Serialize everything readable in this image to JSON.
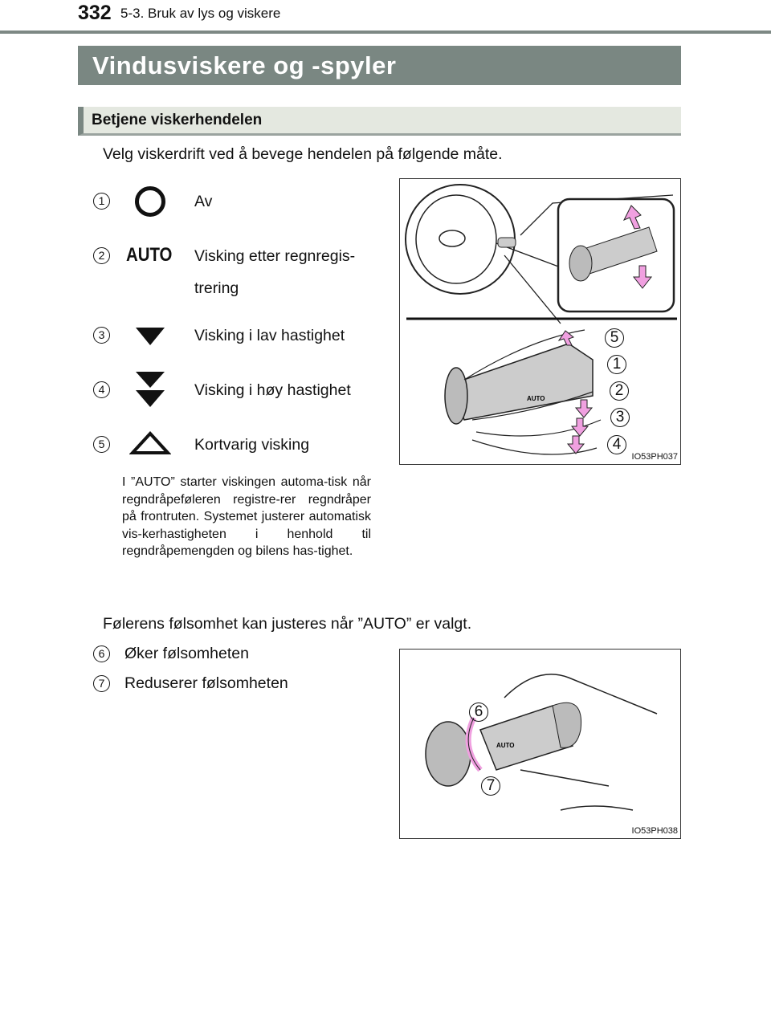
{
  "header": {
    "page_number": "332",
    "chapter": "5-3. Bruk av lys og viskere"
  },
  "title": "Vindusviskere og -spyler",
  "section": {
    "title": "Betjene viskerhendelen",
    "intro": "Velg viskerdrift ved å bevege hendelen på følgende måte."
  },
  "modes": [
    {
      "num": "1",
      "icon": "circle-off-icon",
      "symbol": "",
      "label": "Av"
    },
    {
      "num": "2",
      "icon": "auto-icon",
      "symbol": "AUTO",
      "label": "Visking etter regnregis-",
      "label2": "trering"
    },
    {
      "num": "3",
      "icon": "single-down-triangle-icon",
      "symbol": "",
      "label": "Visking i lav hastighet"
    },
    {
      "num": "4",
      "icon": "double-down-triangle-icon",
      "symbol": "",
      "label": "Visking i høy hastighet"
    },
    {
      "num": "5",
      "icon": "up-triangle-outline-icon",
      "symbol": "",
      "label": "Kortvarig visking"
    }
  ],
  "note": "I ”AUTO” starter viskingen automa-tisk når regndråpeføleren registre-rer regndråper på frontruten. Systemet justerer automatisk vis-kerhastigheten i henhold til regndråpemengden og bilens has-tighet.",
  "sensitivity": {
    "intro": "Følerens følsomhet kan justeres når ”AUTO” er valgt.",
    "items": [
      {
        "num": "6",
        "label": "Øker følsomheten"
      },
      {
        "num": "7",
        "label": "Reduserer følsomheten"
      }
    ]
  },
  "figures": [
    {
      "code": "IO53PH037",
      "callouts": [
        "5",
        "1",
        "2",
        "3",
        "4"
      ]
    },
    {
      "code": "IO53PH038",
      "callouts": [
        "6",
        "7"
      ]
    }
  ],
  "colors": {
    "title_bg": "#7a8782",
    "section_bg": "#e4e8e0",
    "arrow": "#f0a0e0"
  }
}
